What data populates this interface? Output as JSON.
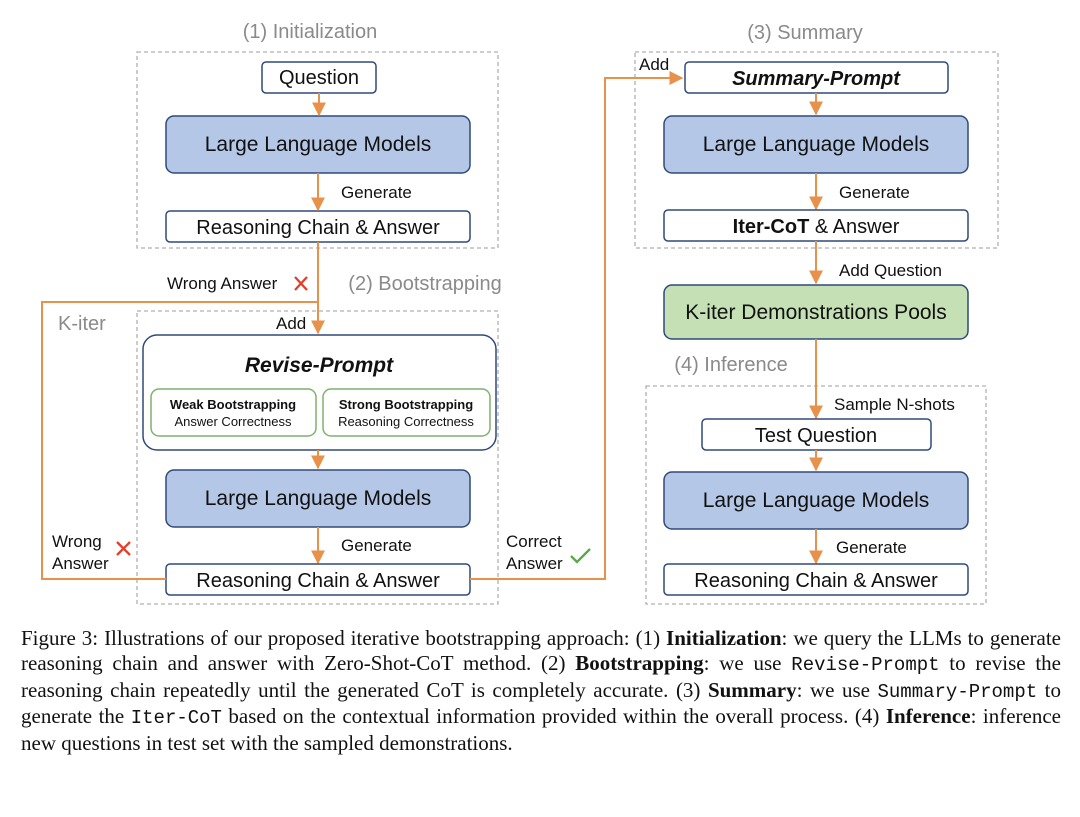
{
  "sections": {
    "init": "(1) Initialization",
    "boot": "(2) Bootstrapping",
    "summary": "(3) Summary",
    "inference": "(4) Inference"
  },
  "labels": {
    "kiter": "K-iter",
    "add1": "Add",
    "add2": "Add",
    "generate1": "Generate",
    "generate2": "Generate",
    "generate3": "Generate",
    "generate4": "Generate",
    "wrong_answer_top": "Wrong Answer",
    "wrong_left_1": "Wrong",
    "wrong_left_2": "Answer",
    "correct_1": "Correct",
    "correct_2": "Answer",
    "add_question": "Add Question",
    "sample_nshots": "Sample N-shots"
  },
  "boxes": {
    "question": "Question",
    "llm": "Large Language Models",
    "reasoning": "Reasoning Chain & Answer",
    "revise_prompt": "Revise-Prompt",
    "weak_title": "Weak Bootstrapping",
    "weak_sub": "Answer Correctness",
    "strong_title": "Strong Bootstrapping",
    "strong_sub": "Reasoning Correctness",
    "summary_prompt": "Summary-Prompt",
    "itercot_bold": "Iter-CoT",
    "itercot_rest": " & Answer",
    "pool": "K-iter Demonstrations Pools",
    "test_question": "Test Question"
  },
  "icons": {
    "cross": "cross-mark-icon",
    "check": "check-mark-icon"
  },
  "colors": {
    "llm_fill": "#b4c7e7",
    "pool_fill": "#c5e0b4",
    "arrow": "#e8914a",
    "cross": "#e0402a",
    "check": "#5aa845"
  },
  "caption": {
    "p1": "Figure 3: Illustrations of our proposed iterative bootstrapping approach: (1) ",
    "b1": "Initialization",
    "p2": ": we query the LLMs to generate reasoning chain and answer with Zero-Shot-CoT method. (2) ",
    "b2": "Bootstrapping",
    "p3": ": we use ",
    "m1": "Revise-Prompt",
    "p4": " to revise the reasoning chain repeatedly until the generated CoT is completely accurate. (3) ",
    "b3": "Summary",
    "p5": ": we use ",
    "m2": "Summary-Prompt",
    "p6": " to generate the ",
    "m3": "Iter-CoT",
    "p7": " based on the contextual information provided within the overall process. (4) ",
    "b4": "Inference",
    "p8": ": inference new questions in test set with the sampled demonstrations."
  }
}
